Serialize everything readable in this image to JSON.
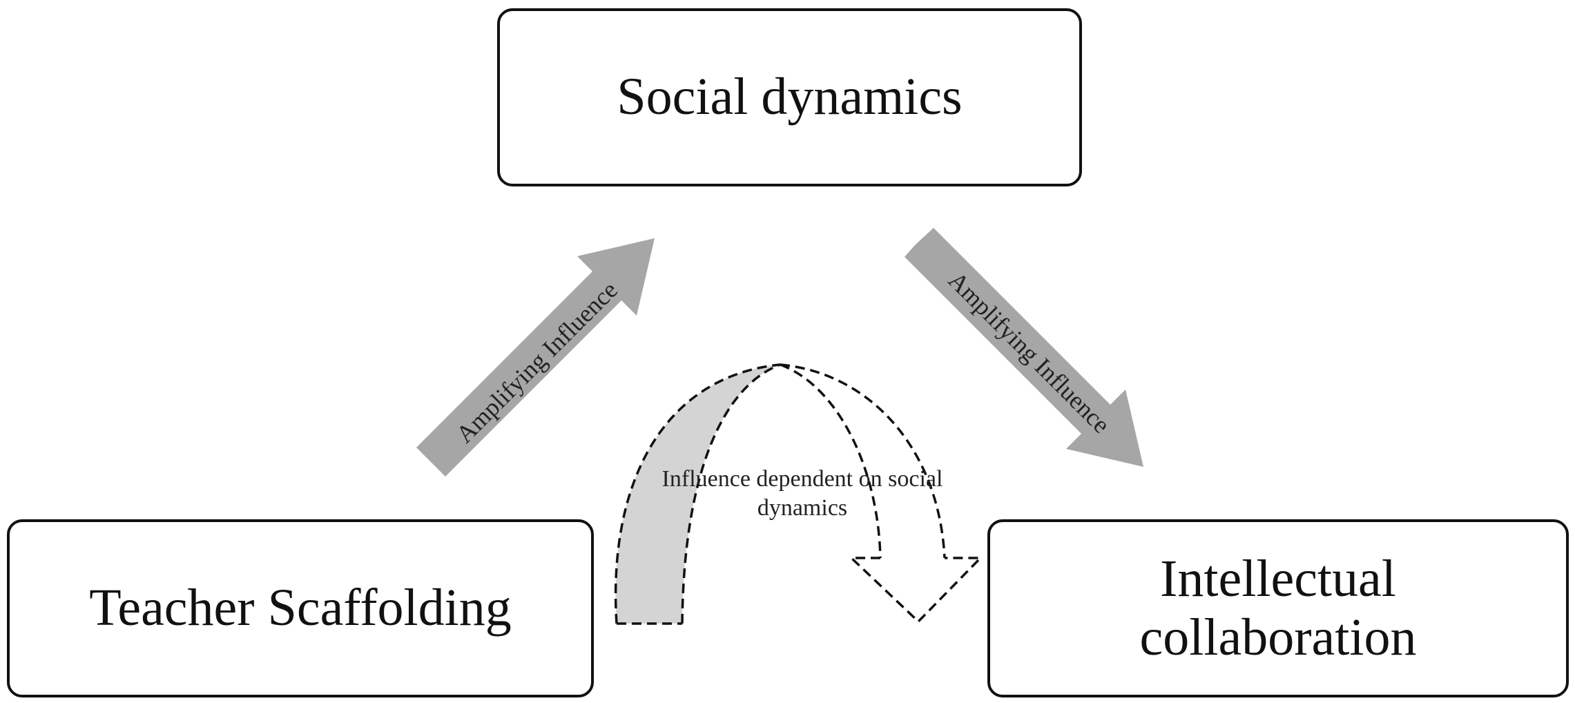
{
  "nodes": {
    "social": {
      "label": "Social dynamics"
    },
    "teacher": {
      "label": "Teacher Scaffolding"
    },
    "intellectual": {
      "line1": "Intellectual",
      "line2": "collaboration"
    }
  },
  "edges": {
    "left_arrow": {
      "label": "Amplifying Influence",
      "color": "#a6a6a6"
    },
    "right_arrow": {
      "label": "Amplifying Influence",
      "color": "#a6a6a6"
    },
    "curved_arrow": {
      "line1": "Influence dependent on social",
      "line2": "dynamics",
      "fill": "#d4d4d4",
      "style": "dashed"
    }
  }
}
